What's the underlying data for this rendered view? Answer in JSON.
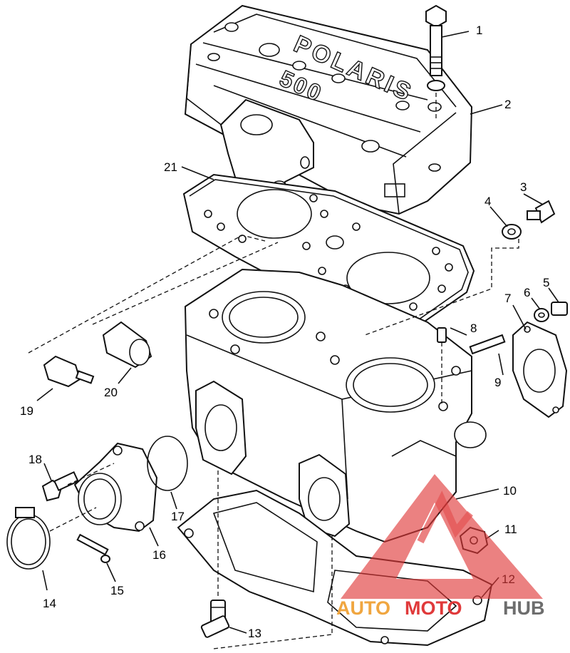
{
  "diagram": {
    "cover_text": "POLARIS",
    "cover_model": "500",
    "callouts": [
      "1",
      "2",
      "3",
      "4",
      "5",
      "6",
      "7",
      "8",
      "9",
      "10",
      "11",
      "12",
      "13",
      "14",
      "15",
      "16",
      "17",
      "18",
      "19",
      "20",
      "21"
    ]
  },
  "watermark": {
    "text_auto": "AUTO",
    "text_moto": "MOTO",
    "text_hub": "HUB",
    "color_red": "#e0393a",
    "color_orange": "#f0a640",
    "color_gray": "#6d6d6d"
  }
}
